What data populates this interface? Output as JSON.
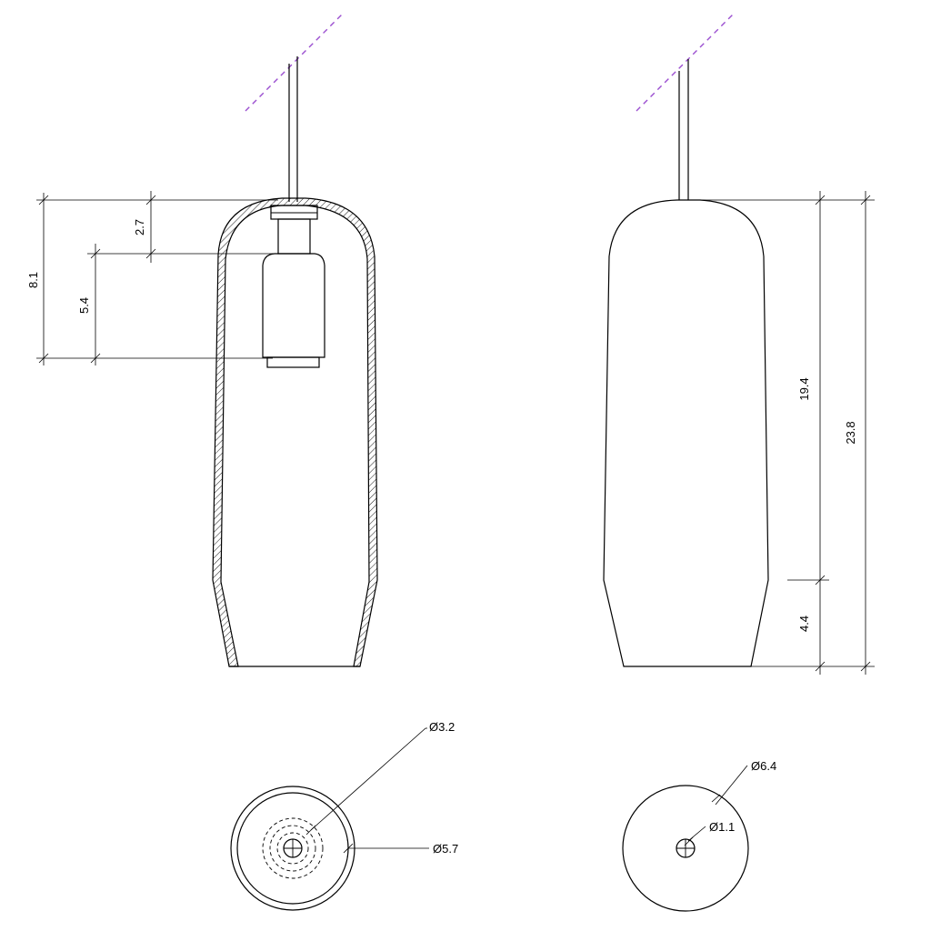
{
  "colors": {
    "line": "#000000",
    "ceiling_dashed": "#9b4fd0",
    "background": "#ffffff"
  },
  "section_view": {
    "dimensions": {
      "total_socket": "8.1",
      "top_gap": "2.7",
      "socket_length": "5.4"
    }
  },
  "side_view": {
    "dimensions": {
      "body": "19.4",
      "overall": "23.8",
      "taper": "4.4"
    }
  },
  "bottom_view": {
    "inner_diameter": "Ø3.2",
    "outer_diameter": "Ø5.7"
  },
  "top_view": {
    "shade_diameter": "Ø6.4",
    "cable_diameter": "Ø1.1"
  }
}
